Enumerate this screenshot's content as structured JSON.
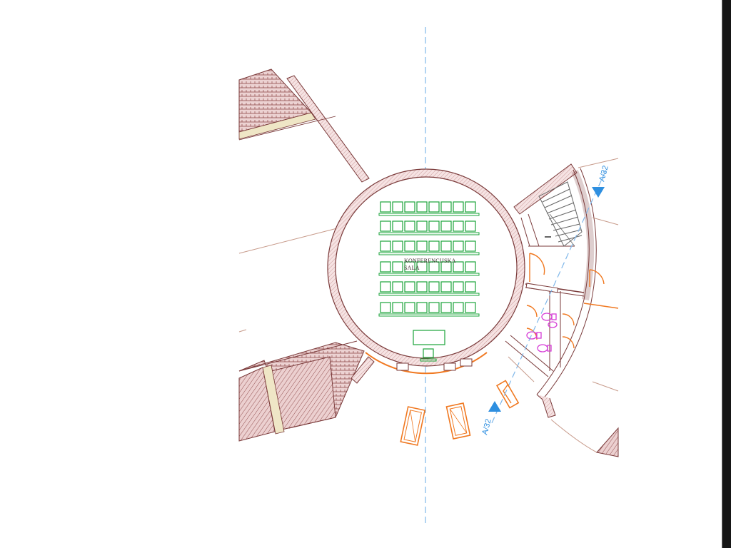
{
  "drawing": {
    "room_label_line1": "KONFERENCIJSKA",
    "room_label_line2": "SALA",
    "section_mark_top": "A/32",
    "section_mark_bottom": "A/32"
  },
  "colors": {
    "wall_outline": "#7a3a3a",
    "wall_fill": "#f2dede",
    "roof_hatch": "#8a4444",
    "roof_fill": "#e9cfcf",
    "furniture": "#1aa33a",
    "doors_and_exterior_furniture": "#f07820",
    "sanitary_fixtures": "#d63cd6",
    "axis_line": "#7fb7ea",
    "section_marker": "#2e8fe0",
    "stairs": "#666666",
    "light_lines": "#c79a8a"
  },
  "icons": {
    "section_marker": "triangle-marker-icon",
    "toilet": "toilet-icon",
    "sink": "sink-icon"
  }
}
